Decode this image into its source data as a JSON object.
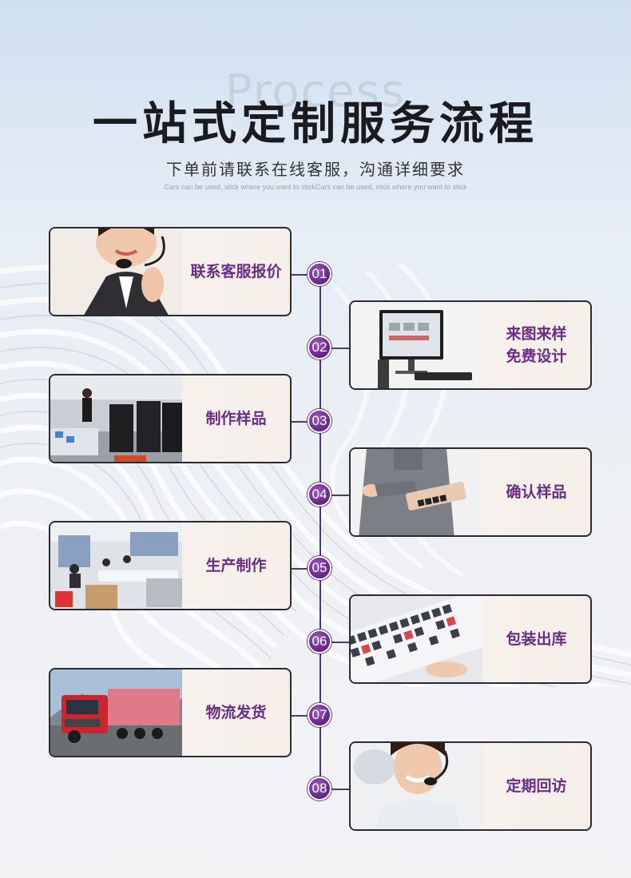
{
  "header": {
    "bg_word": "Process",
    "title": "一站式定制服务流程",
    "subtitle": "下单前请联系在线客服，沟通详细要求",
    "tagline": "Cars can be used, stick where you want to stickCars can be used, stick where you want to stick"
  },
  "accent_color": "#6b2c86",
  "steps": [
    {
      "number": "01",
      "label": "联系客服报价",
      "photo": "customer-service-headset-photo"
    },
    {
      "number": "02",
      "label": "来图来样\n免费设计",
      "photo": "computer-monitor-photo"
    },
    {
      "number": "03",
      "label": "制作样品",
      "photo": "workshop-machines-photo"
    },
    {
      "number": "04",
      "label": "确认样品",
      "photo": "worker-holding-sample-photo"
    },
    {
      "number": "05",
      "label": "生产制作",
      "photo": "production-line-photo"
    },
    {
      "number": "06",
      "label": "包装出库",
      "photo": "keycap-packaging-photo"
    },
    {
      "number": "07",
      "label": "物流发货",
      "photo": "red-truck-photo"
    },
    {
      "number": "08",
      "label": "定期回访",
      "photo": "call-center-agent-photo"
    }
  ]
}
